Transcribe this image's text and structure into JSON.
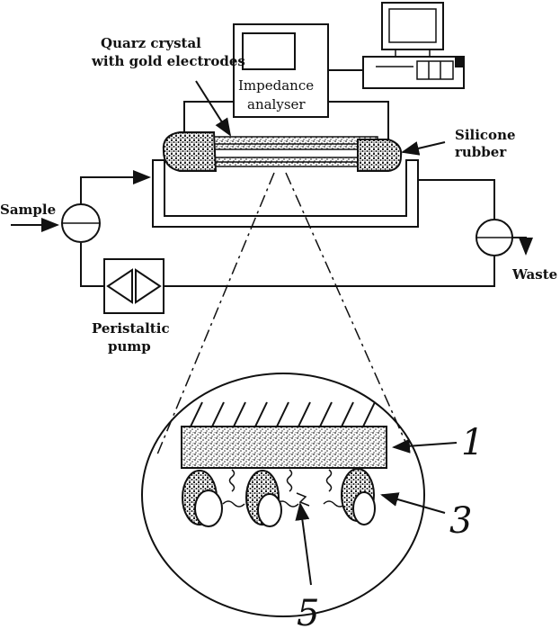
{
  "labels": {
    "quartz_line1": "Quarz crystal",
    "quartz_line2": "with gold electrodes",
    "impedance_line1": "Impedance",
    "impedance_line2": "analyser",
    "silicone_line1": "Silicone",
    "silicone_line2": "rubber",
    "sample": "Sample",
    "waste": "Waste",
    "pump_line1": "Peristaltic",
    "pump_line2": "pump",
    "num_1": "1",
    "num_3": "3",
    "num_5": "5"
  },
  "icons": [
    "computer-icon",
    "impedance-analyser-icon",
    "peristaltic-pump-icon",
    "valve-icon"
  ]
}
